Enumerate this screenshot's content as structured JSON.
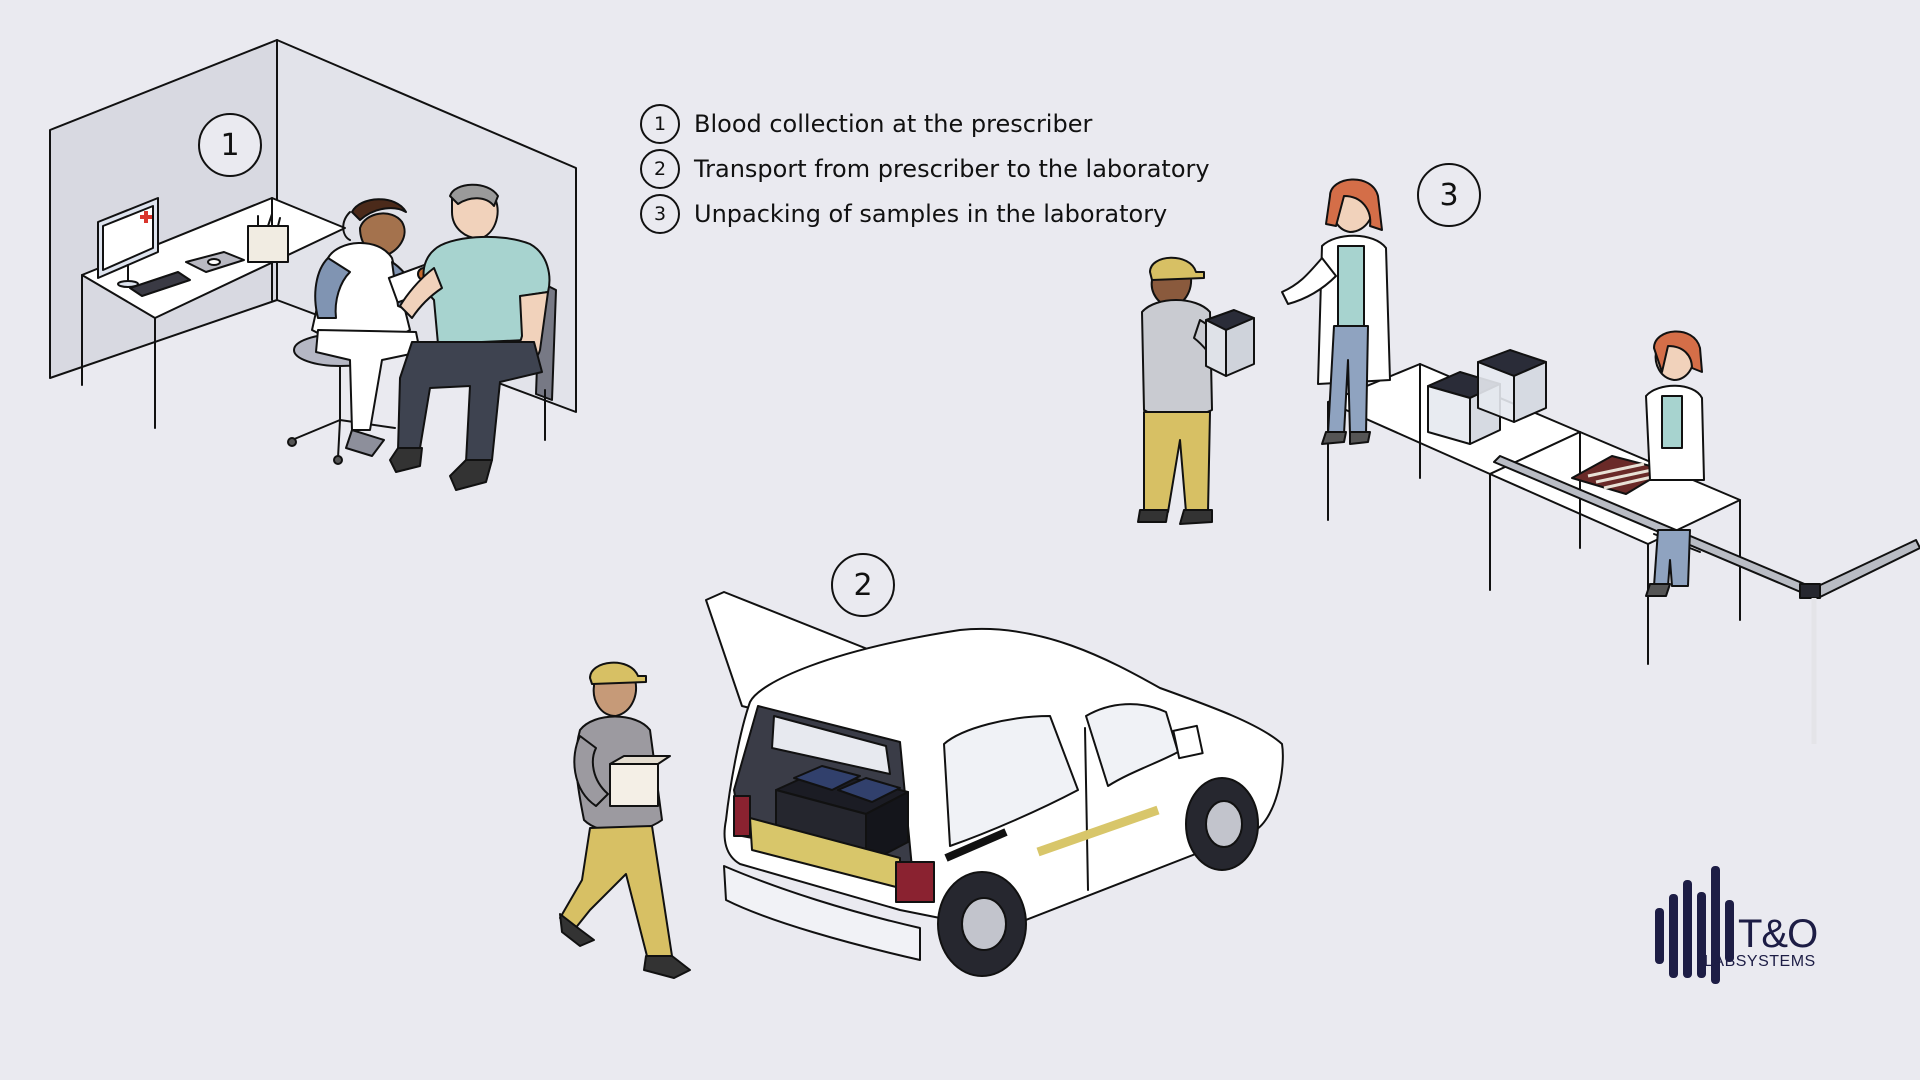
{
  "legend": {
    "items": [
      {
        "number": "1",
        "label": "Blood collection at the prescriber"
      },
      {
        "number": "2",
        "label": "Transport from prescriber to the laboratory"
      },
      {
        "number": "3",
        "label": "Unpacking of samples in the laboratory"
      }
    ]
  },
  "steps": {
    "step1": "1",
    "step2": "2",
    "step3": "3"
  },
  "logo": {
    "name": "T&O",
    "subtitle": "LABSYSTEMS"
  },
  "icons": {
    "first_aid": "red-cross-icon",
    "logo_mark": "bar-waveform-icon"
  },
  "colors": {
    "background": "#eaeaf0",
    "line": "#111111",
    "cap_yellow": "#d7c064",
    "scrub_teal": "#a7d3cf",
    "cross_red": "#d9352c",
    "logo_navy": "#1d1d45",
    "van_white": "#ffffff",
    "rail_grey": "#b9bcc4"
  }
}
